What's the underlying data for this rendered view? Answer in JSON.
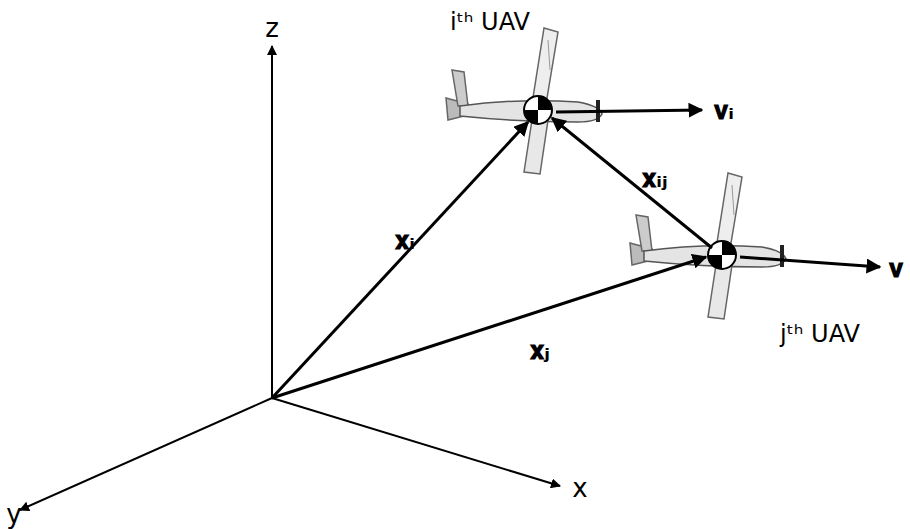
{
  "diagram": {
    "labels": [
      "z",
      "y",
      "x",
      "iᵗʰ UAV",
      "jᵗʰ UAV",
      "𝐱ᵢ",
      "𝐱ⱼ",
      "𝐱ᵢⱼ",
      "𝐯ᵢ",
      "𝐯"
    ]
  }
}
